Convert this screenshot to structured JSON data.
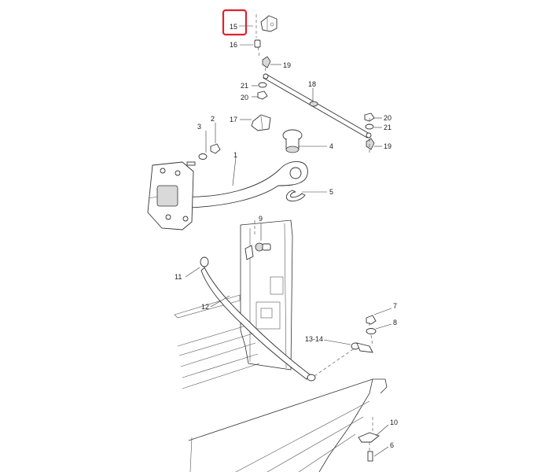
{
  "diagram": {
    "labels": {
      "p1": "1",
      "p2": "2",
      "p3": "3",
      "p4": "4",
      "p5": "5",
      "p6": "6",
      "p7": "7",
      "p8": "8",
      "p9": "9",
      "p10": "10",
      "p11": "11",
      "p12": "12",
      "p13_14": "13-14",
      "p15": "15",
      "p16": "16",
      "p17": "17",
      "p18": "18",
      "p19a": "19",
      "p19b": "19",
      "p20a": "20",
      "p20b": "20",
      "p21a": "21",
      "p21b": "21"
    },
    "highlight_color": "#e02030",
    "highlighted_part": "15"
  }
}
